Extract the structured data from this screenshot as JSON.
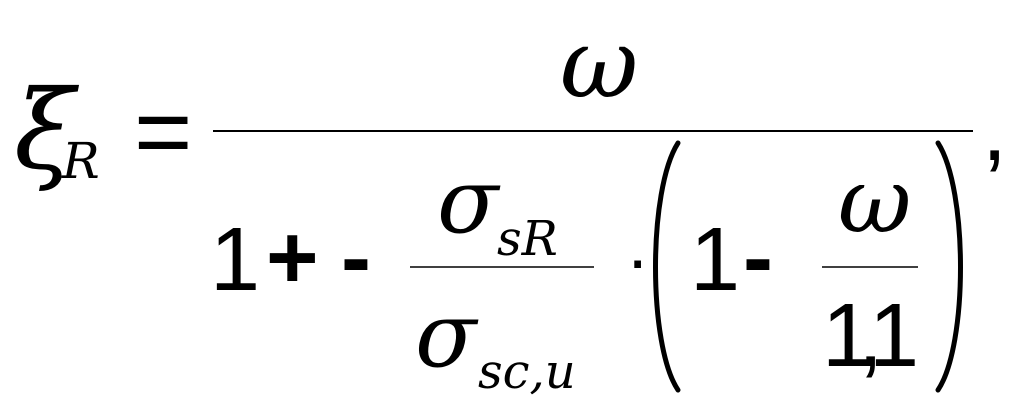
{
  "formula": {
    "lhs_symbol": "ξ",
    "lhs_subscript": "R",
    "equals": "=",
    "numerator": "ω",
    "one": "1",
    "plus": "+",
    "minus": "-",
    "sigma_num": "σ",
    "sigma_num_sub": "sR",
    "sigma_den": "σ",
    "sigma_den_sub": "sc,u",
    "dot": "·",
    "inner_one": "1",
    "inner_minus": "-",
    "inner_numerator": "ω",
    "inner_denominator": "1,1",
    "trailing_comma": ","
  }
}
